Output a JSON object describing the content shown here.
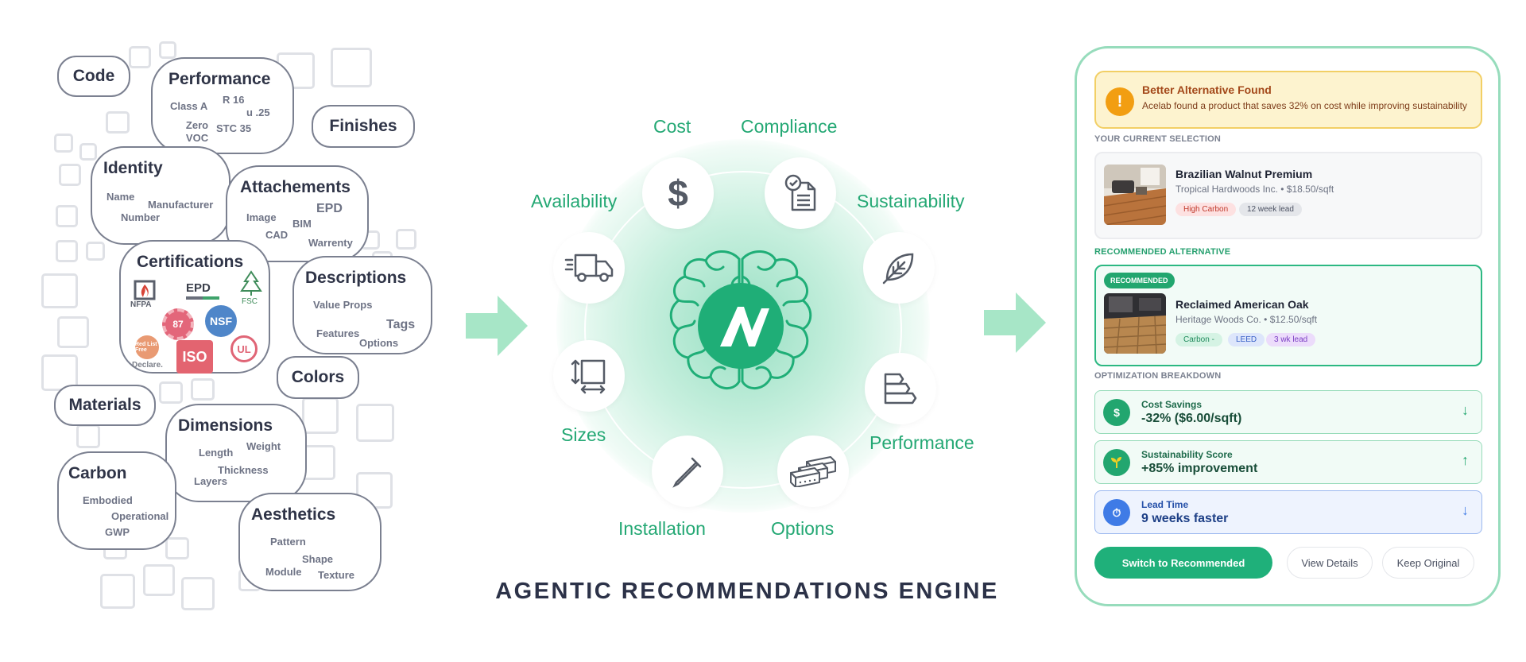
{
  "attribute_cloud": {
    "code": "Code",
    "performance": {
      "title": "Performance",
      "items": [
        "Class A",
        "R 16",
        "u .25",
        "Zero VOC",
        "STC 35"
      ]
    },
    "finishes": "Finishes",
    "identity": {
      "title": "Identity",
      "items": [
        "Name",
        "Manufacturer",
        "Number"
      ]
    },
    "attachements": {
      "title": "Attachements",
      "items": [
        "Image",
        "EPD",
        "BIM",
        "CAD",
        "Warrenty"
      ]
    },
    "certifications": {
      "title": "Certifications",
      "logos": [
        "NFPA",
        "EPD",
        "FSC",
        "NSF",
        "ISO",
        "UL",
        "Declare."
      ]
    },
    "descriptions": {
      "title": "Descriptions",
      "items": [
        "Value Props",
        "Tags",
        "Features",
        "Options"
      ]
    },
    "colors": "Colors",
    "materials": "Materials",
    "dimensions": {
      "title": "Dimensions",
      "items": [
        "Length",
        "Weight",
        "Thickness",
        "Layers"
      ]
    },
    "carbon": {
      "title": "Carbon",
      "items": [
        "Embodied",
        "Operational",
        "GWP"
      ]
    },
    "aesthetics": {
      "title": "Aesthetics",
      "items": [
        "Pattern",
        "Shape",
        "Module",
        "Texture"
      ]
    }
  },
  "engine": {
    "title": "AGENTIC RECOMMENDATIONS ENGINE",
    "nodes": {
      "cost": "Cost",
      "compliance": "Compliance",
      "sustainability": "Sustainability",
      "performance": "Performance",
      "options": "Options",
      "installation": "Installation",
      "sizes": "Sizes",
      "availability": "Availability"
    },
    "accent_color": "#1fae77"
  },
  "panel": {
    "alert": {
      "title": "Better Alternative Found",
      "text": "Acelab found a product that saves 32% on cost while improving sustainability",
      "icon": "!"
    },
    "current_label": "YOUR CURRENT SELECTION",
    "current": {
      "name": "Brazilian Walnut Premium",
      "meta": "Tropical Hardwoods Inc. • $18.50/sqft",
      "tags": [
        "High Carbon",
        "12 week lead"
      ]
    },
    "recommended_label": "RECOMMENDED ALTERNATIVE",
    "recommended": {
      "badge": "RECOMMENDED",
      "name": "Reclaimed American Oak",
      "meta": "Heritage Woods Co. • $12.50/sqft",
      "tags": [
        "Carbon -",
        "LEED",
        "3 wk lead"
      ]
    },
    "breakdown_label": "OPTIMIZATION BREAKDOWN",
    "metrics": [
      {
        "label": "Cost Savings",
        "value": "-32% ($6.00/sqft)",
        "icon": "$",
        "arrow": "↓"
      },
      {
        "label": "Sustainability Score",
        "value": "+85% improvement",
        "icon": "sprout-icon",
        "arrow": "↑"
      },
      {
        "label": "Lead Time",
        "value": "9 weeks faster",
        "icon": "⏱",
        "arrow": "↓"
      }
    ],
    "buttons": {
      "primary": "Switch to Recommended",
      "details": "View Details",
      "keep": "Keep Original"
    }
  }
}
